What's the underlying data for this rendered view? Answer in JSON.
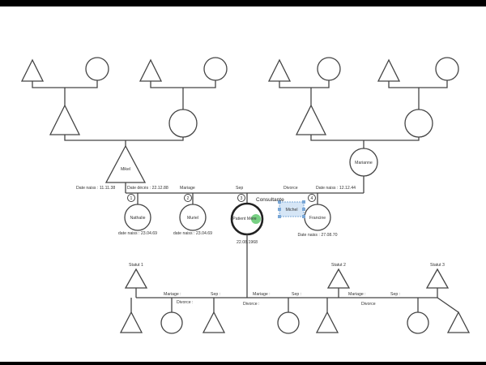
{
  "colors": {
    "letterbox": "#000000",
    "canvas": "#ffffff",
    "stroke": "#444444",
    "selection": "#7aa7d6",
    "selected_fill": "#d6e6f6",
    "highlight": "#49c05a"
  },
  "labels": {
    "father": "Mikel",
    "mother": "Marianne",
    "patient": "Patient Mère",
    "patient_date": "22.08.1968",
    "consultant": "Consultante",
    "selected_child": "Michel",
    "sibling_1": "Nathalie",
    "sibling_2": "Muriel",
    "sibling_4": "Francine",
    "father_dates": "Date naiss : 11.11.38",
    "father_death": "Date décès : 22.12.88",
    "mother_dates": "Date naiss : 12.12.44",
    "mariage_top": "Mariage",
    "sep_top": "Sep",
    "divorce_top": "Divorce",
    "sibling_1_date": "date naiss : 23.04.69",
    "sibling_2_date": "date naiss : 23.04.69",
    "sibling_4_date": "Date naiss : 27.08.70",
    "numbers": [
      "1",
      "2",
      "3",
      "4"
    ],
    "bottom_mariage_1": "Mariage :",
    "bottom_sep_1": "Sep :",
    "bottom_divorce_1": "Divorce :",
    "bottom_mariage_2": "Mariage :",
    "bottom_sep_2": "Sep :",
    "bottom_divorce_2": "Divorce :",
    "bottom_mariage_3": "Mariage :",
    "bottom_sep_3": "Sep :",
    "bottom_divorce_3": "Divorce",
    "spouse_1": "Statut 1",
    "spouse_2": "Statut 2",
    "spouse_3": "Statut 3"
  }
}
